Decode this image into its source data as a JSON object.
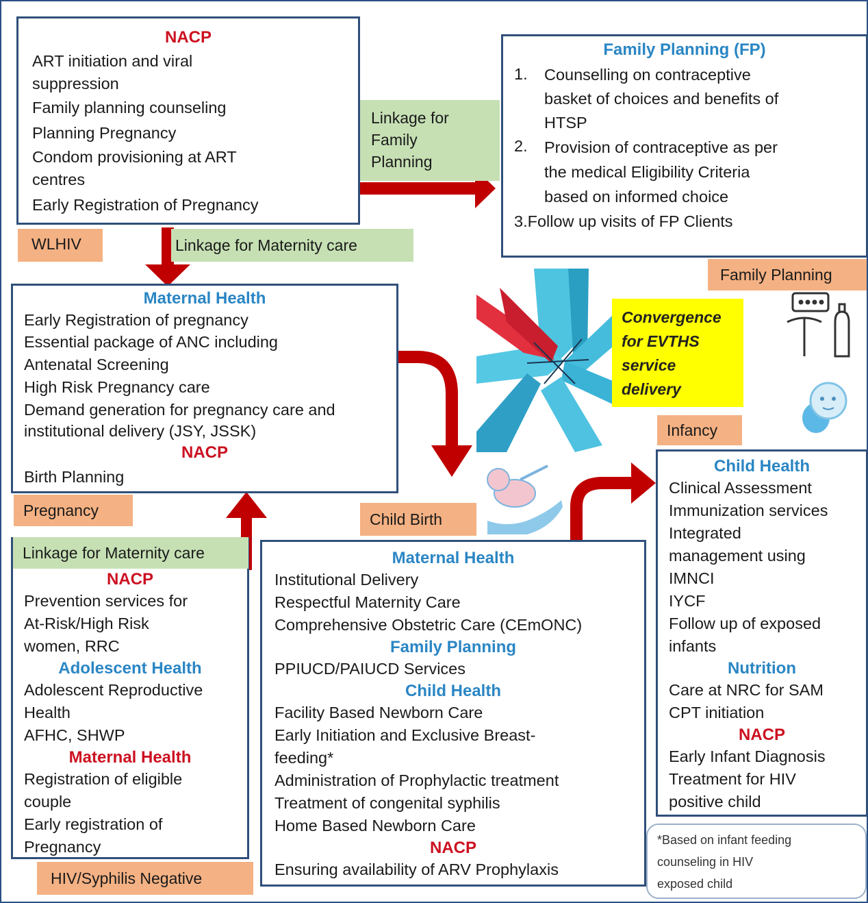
{
  "nacp_box": {
    "title": "NACP",
    "lines": [
      "ART initiation and viral",
      "suppression",
      "Family planning counseling",
      "Planning Pregnancy",
      "Condom provisioning at ART",
      "centres",
      "Early Registration of Pregnancy"
    ]
  },
  "fp_box": {
    "title": "Family Planning (FP)",
    "items": [
      {
        "num": "1.",
        "lines": [
          "Counselling on contraceptive",
          "basket of choices and benefits of",
          "HTSP"
        ]
      },
      {
        "num": "2.",
        "lines": [
          "Provision of contraceptive  as per",
          "the medical Eligibility Criteria",
          "based on informed choice"
        ]
      }
    ],
    "item3": "3.Follow up visits of  FP Clients"
  },
  "linkage_fp": [
    "Linkage for",
    "Family",
    "Planning"
  ],
  "linkage_maternity_top": "Linkage for Maternity care",
  "linkage_maternity_left": "Linkage for Maternity care",
  "tags": {
    "wlhiv": "WLHIV",
    "family_planning": "Family Planning",
    "pregnancy": "Pregnancy",
    "child_birth": "Child Birth",
    "infancy": "Infancy",
    "hiv_negative": "HIV/Syphilis Negative"
  },
  "maternal_box": {
    "title": "Maternal Health",
    "lines": [
      "Early Registration of pregnancy",
      "Essential package of ANC including",
      "Antenatal Screening",
      "High Risk Pregnancy care",
      "Demand generation for pregnancy care and",
      "institutional delivery (JSY, JSSK)"
    ],
    "nacp_title": "NACP",
    "nacp_lines": [
      "Birth Planning"
    ]
  },
  "convergence": [
    "Convergence",
    "for EVTHS",
    "service",
    "delivery"
  ],
  "prevention_box": {
    "nacp_title": "NACP",
    "nacp_lines": [
      "Prevention services for",
      "At-Risk/High Risk",
      "women, RRC"
    ],
    "adolescent_title": "Adolescent Health",
    "adolescent_lines": [
      "Adolescent Reproductive",
      "Health",
      "AFHC, SHWP"
    ],
    "maternal_title": "Maternal Health",
    "maternal_lines": [
      "Registration of eligible",
      "couple",
      "Early registration of",
      "Pregnancy"
    ]
  },
  "childbirth_box": {
    "maternal_title": "Maternal Health",
    "maternal_lines": [
      "Institutional Delivery",
      "Respectful Maternity Care",
      "Comprehensive Obstetric Care (CEmONC)"
    ],
    "fp_title": "Family Planning",
    "fp_lines": [
      "PPIUCD/PAIUCD Services"
    ],
    "child_title": "Child Health",
    "child_lines": [
      "Facility Based Newborn Care",
      "Early Initiation and Exclusive Breast-",
      "feeding*",
      "Administration of Prophylactic treatment",
      "Treatment of congenital syphilis",
      "Home Based Newborn Care"
    ],
    "nacp_title": "NACP",
    "nacp_lines": [
      "Ensuring availability of ARV Prophylaxis"
    ]
  },
  "child_box": {
    "title": "Child Health",
    "lines": [
      "Clinical Assessment",
      "Immunization services",
      "Integrated",
      "management using",
      "IMNCI",
      "IYCF",
      "Follow up of exposed",
      "infants"
    ],
    "nutrition_title": "Nutrition",
    "nutrition_lines": [
      "Care at NRC for SAM",
      "CPT initiation"
    ],
    "nacp_title": "NACP",
    "nacp_lines": [
      "Early Infant Diagnosis",
      "Treatment for HIV",
      "positive child"
    ]
  },
  "footnote": [
    "*Based on infant feeding",
    "counseling in HIV",
    "exposed child"
  ],
  "colors": {
    "arrow": "#c00000",
    "box_border": "#2f4f7a",
    "tag": "#f4b183",
    "linkage": "#c6e0b4",
    "highlight": "#ffff00",
    "nacp_heading": "#cc1020",
    "section_heading": "#2a86c4"
  }
}
